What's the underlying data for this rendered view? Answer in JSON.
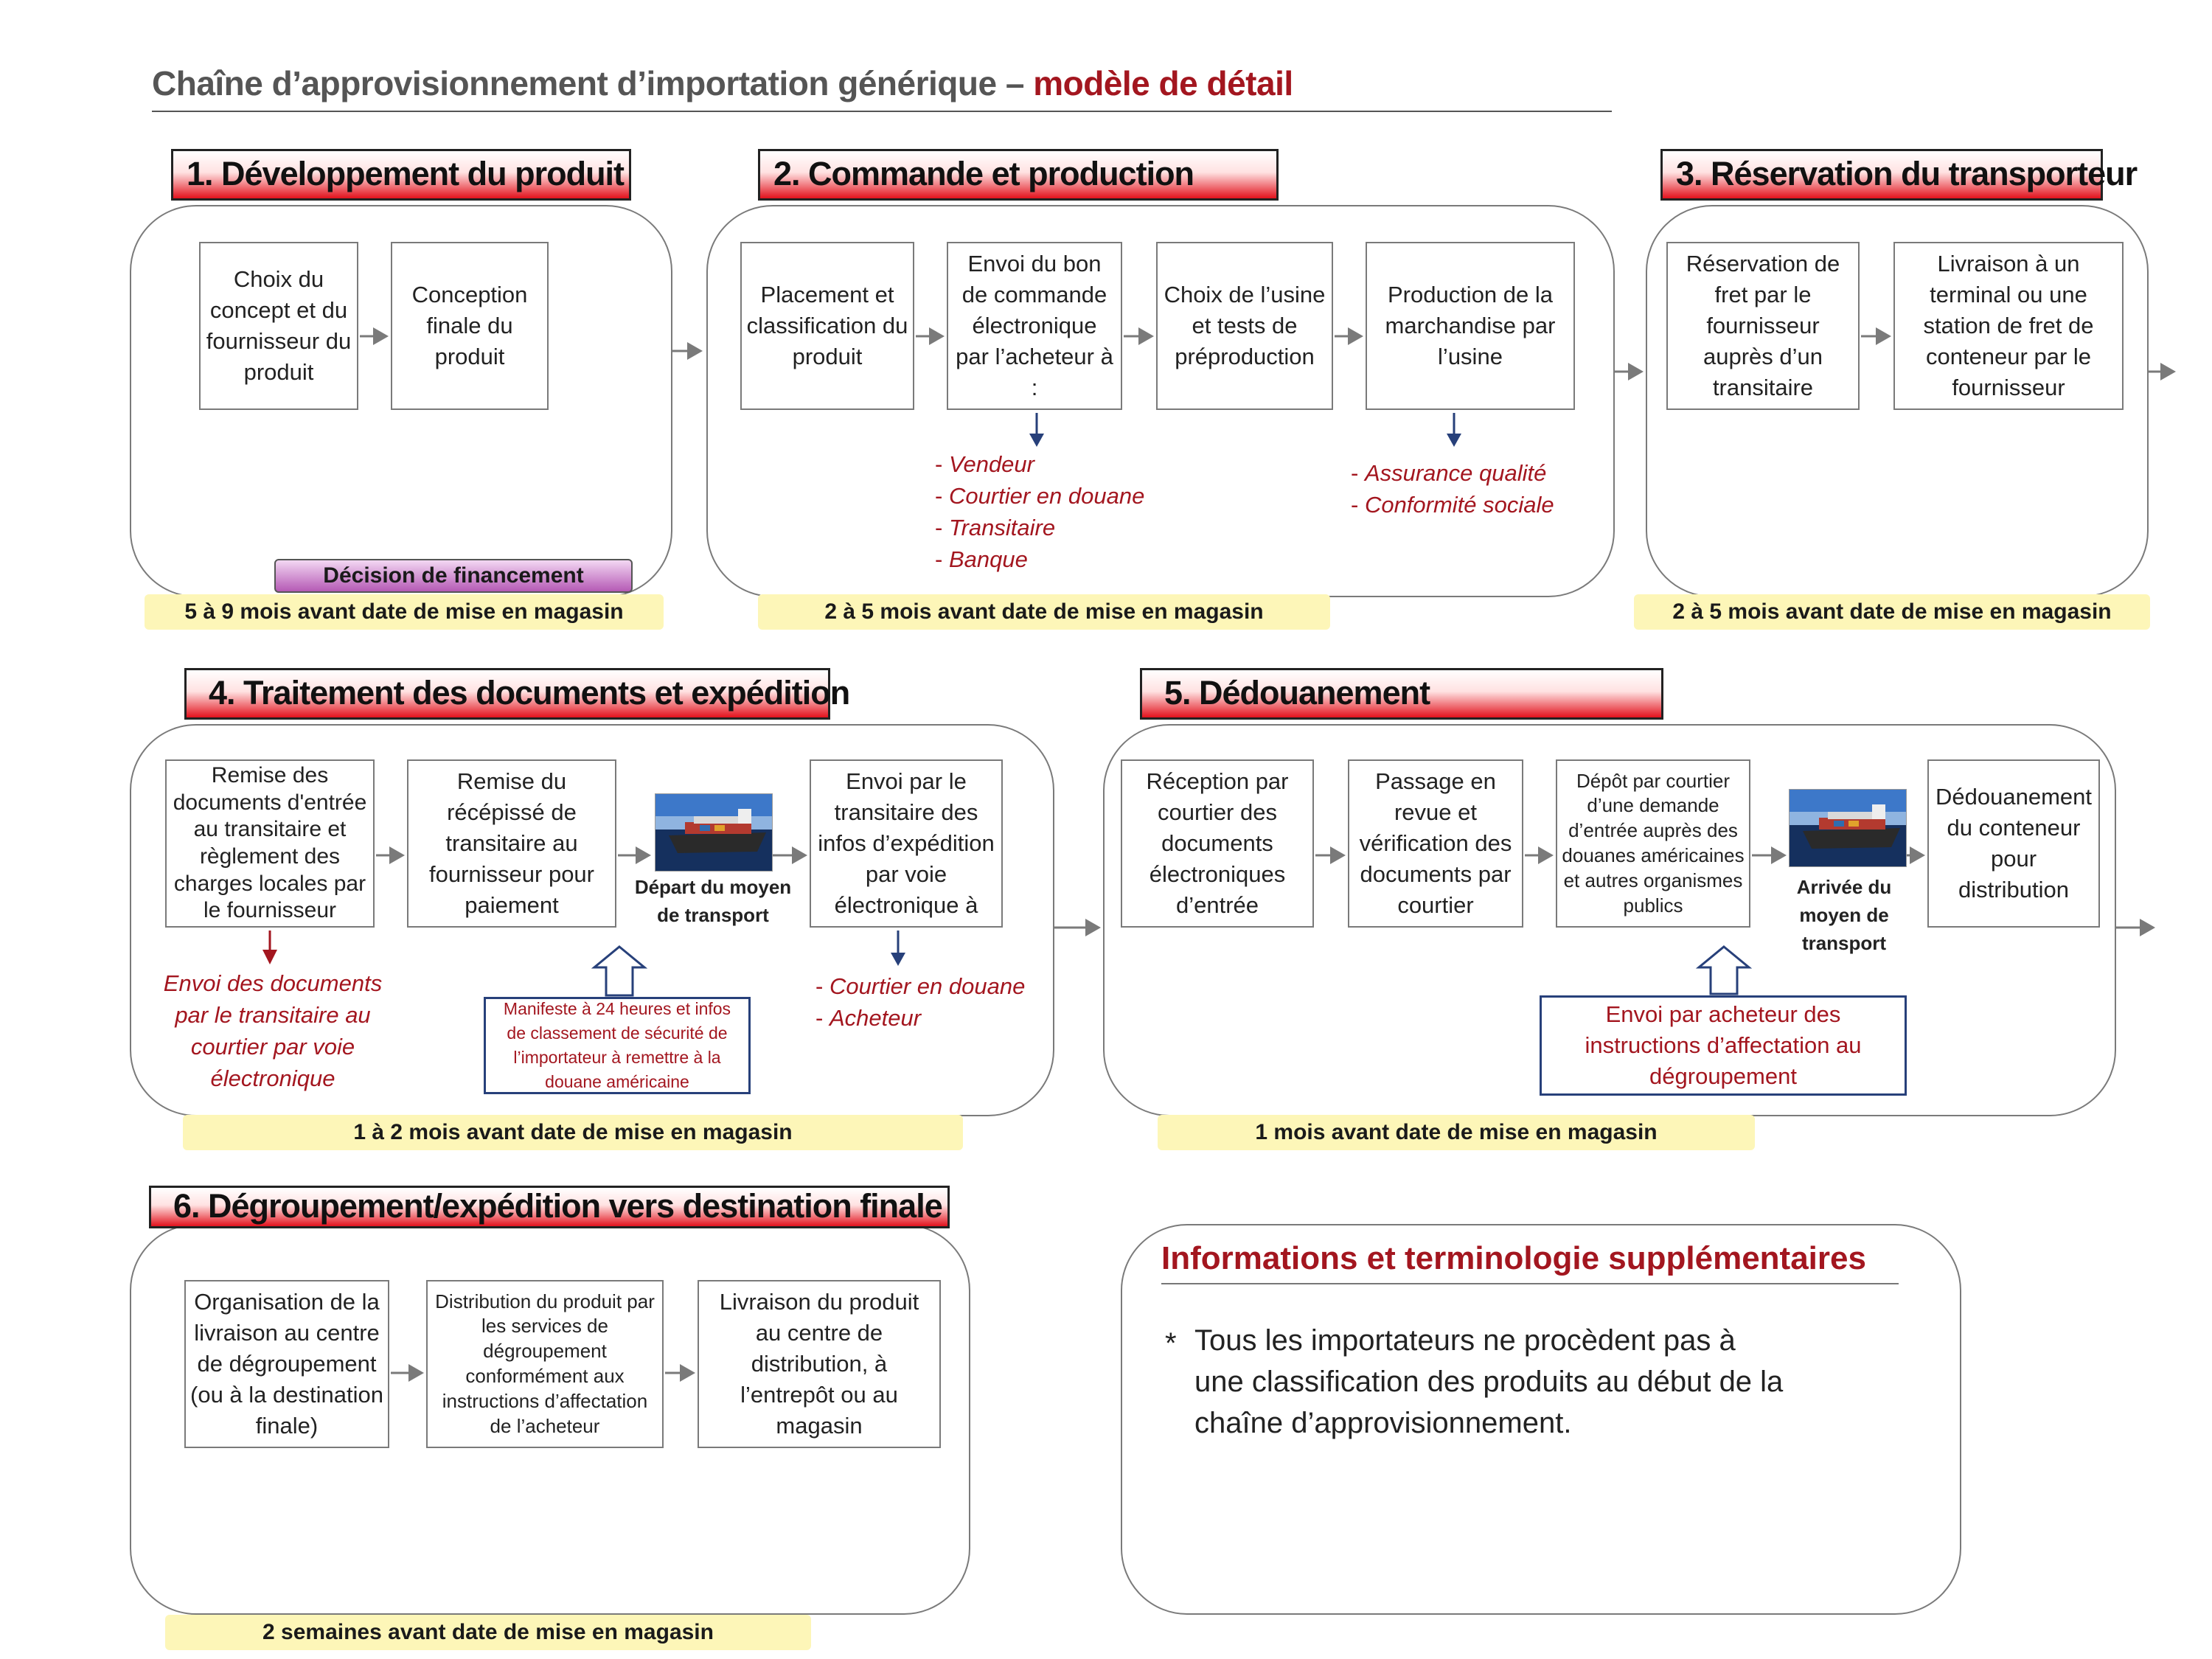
{
  "title": {
    "main": "Chaîne d’approvisionnement d’importation générique – ",
    "accent": "modèle de détail"
  },
  "sections": {
    "s1": {
      "header": "1. Développement du produit",
      "boxes": [
        "Choix du concept et du fournisseur du produit",
        "Conception finale du produit"
      ],
      "financing": "Décision de financement",
      "timing": "5 à 9 mois avant date de mise en magasin"
    },
    "s2": {
      "header": "2. Commande et production",
      "boxes": [
        "Placement et classification du produit",
        "Envoi du bon de commande électronique par l’acheteur à :",
        "Choix de l’usine et tests de préproduction",
        "Production de la marchandise par l’usine"
      ],
      "recipients": [
        "Vendeur",
        "Courtier en douane",
        "Transitaire",
        "Banque"
      ],
      "quality": [
        "Assurance qualité",
        "Conformité sociale"
      ],
      "timing": "2 à 5 mois avant date de mise en magasin"
    },
    "s3": {
      "header": "3. Réservation du transporteur",
      "boxes": [
        "Réservation de fret par le fournisseur auprès d’un transitaire",
        "Livraison à un terminal ou une station de fret de conteneur par le fournisseur"
      ],
      "timing": "2 à 5 mois avant date de mise en magasin"
    },
    "s4": {
      "header": "4. Traitement des documents et expédition",
      "boxes": [
        "Remise des documents d'entrée au transitaire et règlement des charges locales par le fournisseur",
        "Remise du récépissé de transitaire au fournisseur pour paiement",
        "Envoi par le transitaire des infos d’expédition par voie électronique à"
      ],
      "departure": "Départ du moyen de transport",
      "forward_docs": "Envoi des documents par le transitaire au courtier par voie électronique",
      "manifest_note": "Manifeste à 24 heures et infos de classement de sécurité de l’importateur à remettre à la douane américaine",
      "recipients": [
        "Courtier en douane",
        "Acheteur"
      ],
      "timing": "1 à 2 mois avant date de mise en magasin"
    },
    "s5": {
      "header": "5. Dédouanement",
      "boxes": [
        "Réception par courtier des documents électroniques d’entrée",
        "Passage en revue et vérification des documents par courtier",
        "Dépôt par courtier d’une demande d’entrée auprès des douanes américaines et autres organismes publics",
        "Dédouanement du conteneur pour distribution"
      ],
      "arrival": "Arrivée du moyen de transport",
      "buyer_note": "Envoi par acheteur des instructions d’affectation au dégroupement",
      "timing": "1 mois avant date de mise en magasin"
    },
    "s6": {
      "header": "6. Dégroupement/expédition vers destination finale",
      "boxes": [
        "Organisation de la livraison au centre de dégroupement (ou à la destination finale)",
        "Distribution du produit par les services de dégroupement conformément aux instructions d’affectation de l’acheteur",
        "Livraison du produit au centre de distribution, à l’entrepôt ou au magasin"
      ],
      "timing": "2 semaines avant date de mise en magasin"
    }
  },
  "info": {
    "title": "Informations et terminologie supplémentaires",
    "bullet": "*",
    "text": "Tous les importateurs ne procèdent pas à une classification des produits au début de la chaîne d’approvisionnement."
  },
  "colors": {
    "accent_red": "#a3161f",
    "timing_band": "#fdf6b8",
    "note_border": "#27407a",
    "down_arrow_blue": "#27407a"
  }
}
